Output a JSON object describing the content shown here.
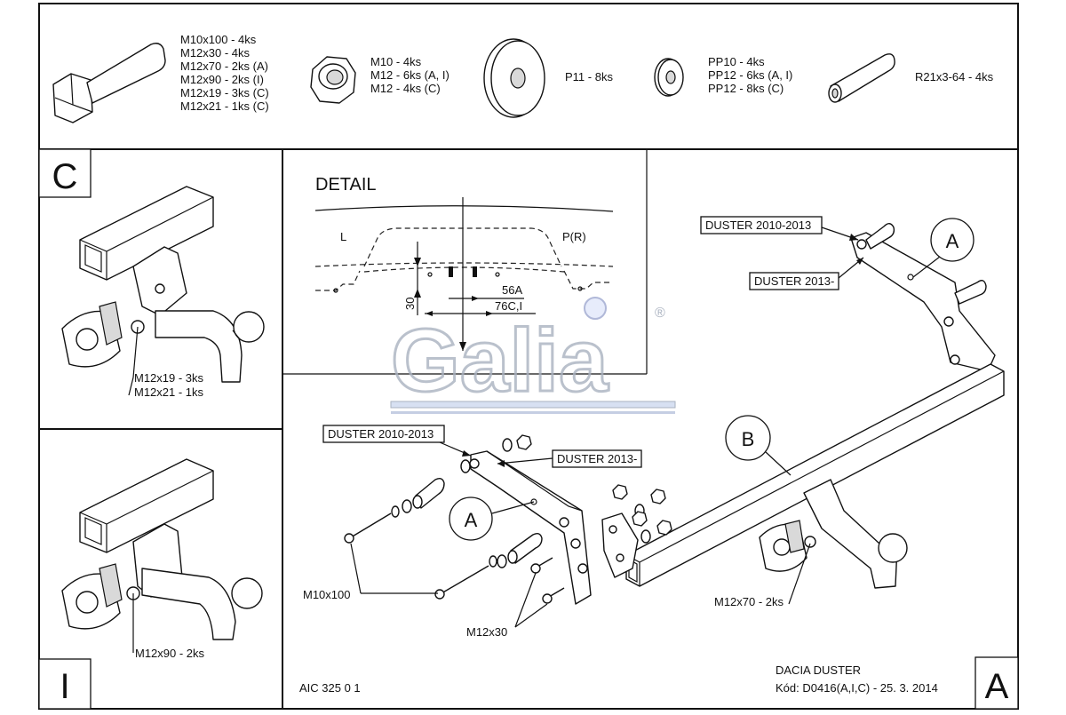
{
  "hardware_list": {
    "bolt": [
      "M10x100 - 4ks",
      "M12x30 - 4ks",
      "M12x70 - 2ks (A)",
      "M12x90 - 2ks (I)",
      "M12x19 - 3ks (C)",
      "M12x21 - 1ks (C)"
    ],
    "nut": [
      "M10 - 4ks",
      "M12 - 6ks (A, I)",
      "M12 - 4ks (C)"
    ],
    "big_washer": [
      "P11 - 8ks"
    ],
    "small_washer": [
      "PP10 - 4ks",
      "PP12 - 6ks (A, I)",
      "PP12 - 8ks (C)"
    ],
    "spacer": [
      "R21x3-64 - 4ks"
    ]
  },
  "panel_c": {
    "letter": "C",
    "labels": [
      "M12x19 - 3ks",
      "M12x21 - 1ks"
    ]
  },
  "panel_i": {
    "letter": "I",
    "label": "M12x90 - 2ks"
  },
  "detail": {
    "title": "DETAIL",
    "left": "L",
    "right": "P(R)",
    "dim_30": "30",
    "dim_56a": "56A",
    "dim_76ci": "76C,I"
  },
  "main": {
    "duster_2010_top": "DUSTER 2010-2013",
    "duster_2013_top": "DUSTER 2013-",
    "duster_2010_left": "DUSTER 2010-2013",
    "duster_2013_left": "DUSTER 2013-",
    "a_right": "A",
    "a_left": "A",
    "b": "B",
    "m10x100": "M10x100",
    "m12x30": "M12x30",
    "m12x70": "M12x70 - 2ks"
  },
  "footer": {
    "aic": "AIC 325 0 1",
    "model": "DACIA DUSTER",
    "code": "Kód: D0416(A,I,C) - 25. 3. 2014",
    "version": "A"
  },
  "watermark": {
    "brand": "Galia",
    "mark": "®"
  }
}
